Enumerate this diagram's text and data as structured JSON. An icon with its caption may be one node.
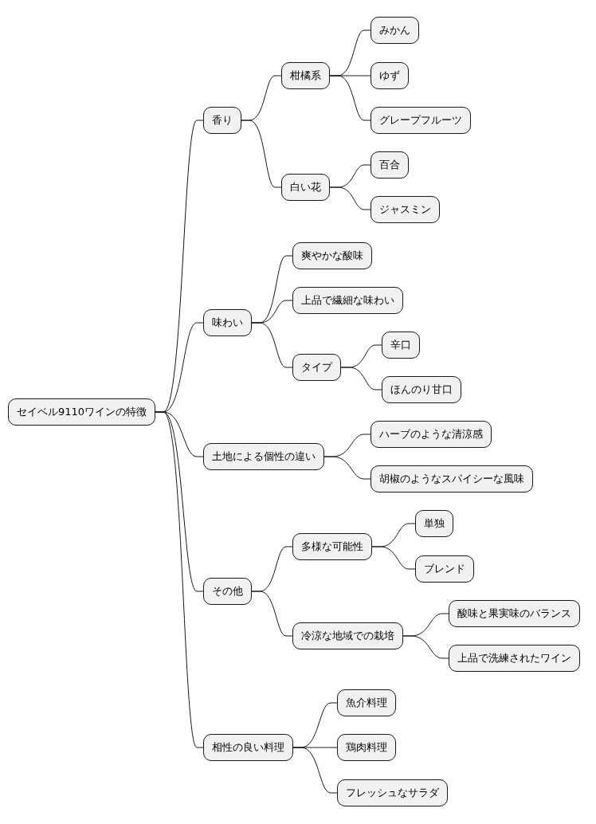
{
  "diagram": {
    "nodes": [
      {
        "text": [
          "セイベル9110ワインの特徴"
        ]
      },
      {
        "text": [
          "香り"
        ]
      },
      {
        "text": [
          "柑橘系"
        ]
      },
      {
        "text": [
          "みかん"
        ]
      },
      {
        "text": [
          "ゆず"
        ]
      },
      {
        "text": [
          "グレープフルーツ"
        ]
      },
      {
        "text": [
          "白い花"
        ]
      },
      {
        "text": [
          "百合"
        ]
      },
      {
        "text": [
          "ジャスミン"
        ]
      },
      {
        "text": [
          "味わい"
        ]
      },
      {
        "text": [
          "爽やかな酸味"
        ]
      },
      {
        "text": [
          "上品で繊細な味わい"
        ]
      },
      {
        "text": [
          "タイプ"
        ]
      },
      {
        "text": [
          "辛口"
        ]
      },
      {
        "text": [
          "ほんのり甘口"
        ]
      },
      {
        "text": [
          "土地による個性の違い"
        ]
      },
      {
        "text": [
          "ハーブのような清涼感"
        ]
      },
      {
        "text": [
          "胡椒のようなスパイシーな風味"
        ]
      },
      {
        "text": [
          "その他"
        ]
      },
      {
        "text": [
          "多様な可能性"
        ]
      },
      {
        "text": [
          "単独"
        ]
      },
      {
        "text": [
          "ブレンド"
        ]
      },
      {
        "text": [
          "冷涼な地域での栽培"
        ]
      },
      {
        "text": [
          "酸味と果実味のバランス"
        ]
      },
      {
        "text": [
          "上品で洗練されたワイン"
        ]
      },
      {
        "text": [
          "相性の良い料理"
        ]
      },
      {
        "text": [
          "魚介料理"
        ]
      },
      {
        "text": [
          "鶏肉料理"
        ]
      },
      {
        "text": [
          "フレッシュなサラダ"
        ]
      }
    ],
    "edges": [
      {
        "from": 0,
        "to": 1,
        "arrow": "none"
      },
      {
        "from": 1,
        "to": 2,
        "arrow": "none"
      },
      {
        "from": 2,
        "to": 3,
        "arrow": "none"
      },
      {
        "from": 2,
        "to": 4,
        "arrow": "none"
      },
      {
        "from": 2,
        "to": 5,
        "arrow": "none"
      },
      {
        "from": 1,
        "to": 6,
        "arrow": "none"
      },
      {
        "from": 6,
        "to": 7,
        "arrow": "none"
      },
      {
        "from": 6,
        "to": 8,
        "arrow": "none"
      },
      {
        "from": 0,
        "to": 9,
        "arrow": "none"
      },
      {
        "from": 9,
        "to": 10,
        "arrow": "none"
      },
      {
        "from": 9,
        "to": 11,
        "arrow": "none"
      },
      {
        "from": 9,
        "to": 12,
        "arrow": "none"
      },
      {
        "from": 12,
        "to": 13,
        "arrow": "none"
      },
      {
        "from": 12,
        "to": 14,
        "arrow": "none"
      },
      {
        "from": 0,
        "to": 15,
        "arrow": "none"
      },
      {
        "from": 15,
        "to": 16,
        "arrow": "none"
      },
      {
        "from": 15,
        "to": 17,
        "arrow": "none"
      },
      {
        "from": 0,
        "to": 18,
        "arrow": "none"
      },
      {
        "from": 18,
        "to": 19,
        "arrow": "none"
      },
      {
        "from": 19,
        "to": 20,
        "arrow": "none"
      },
      {
        "from": 19,
        "to": 21,
        "arrow": "none"
      },
      {
        "from": 18,
        "to": 22,
        "arrow": "none"
      },
      {
        "from": 22,
        "to": 23,
        "arrow": "none"
      },
      {
        "from": 22,
        "to": 24,
        "arrow": "none"
      },
      {
        "from": 0,
        "to": 25,
        "arrow": "none"
      },
      {
        "from": 25,
        "to": 26,
        "arrow": "none"
      },
      {
        "from": 25,
        "to": 27,
        "arrow": "none"
      },
      {
        "from": 25,
        "to": 28,
        "arrow": "none"
      }
    ]
  }
}
